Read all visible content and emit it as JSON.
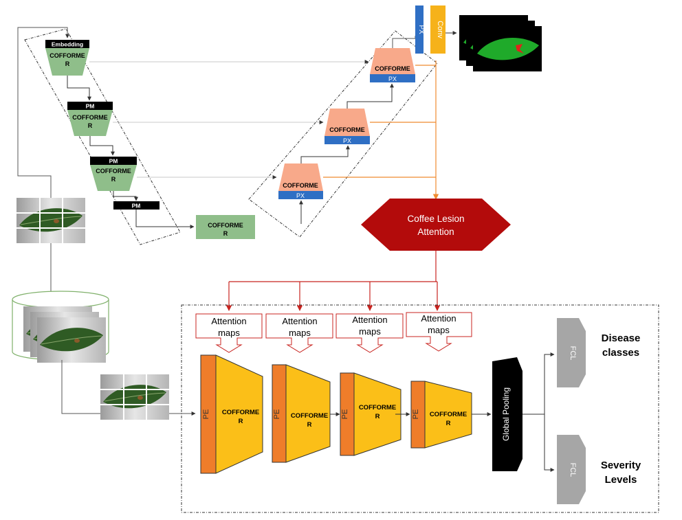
{
  "encoder": {
    "embedding_label": "Embedding",
    "block1_line1": "COFFORME",
    "block1_line2": "R",
    "pm2_label": "PM",
    "block2_line1": "COFFORME",
    "block2_line2": "R",
    "pm3_label": "PM",
    "block3_line1": "COFFORME",
    "block3_line2": "R",
    "pm4_label": "PM",
    "bottleneck_line1": "COFFORME",
    "bottleneck_line2": "R"
  },
  "decoder": {
    "block1_line1": "COFFORME",
    "block1_px": "PX",
    "block2_line1": "COFFORME",
    "block2_px": "PX",
    "block3_line1": "COFFORME",
    "block3_px": "PX",
    "head_px_label": "PX",
    "head_conv_label": "Conv"
  },
  "attention": {
    "line1": "Coffee Lesion",
    "line2": "Attention",
    "maps_line1": "Attention",
    "maps_line2": "maps"
  },
  "classifier": {
    "pe_label": "PE",
    "stage_line1": "COFFORME",
    "stage_line2": "R",
    "global_pooling_label": "Global Pooling",
    "fcl_label": "FCL",
    "disease_line1": "Disease",
    "disease_line2": "classes",
    "severity_line1": "Severity",
    "severity_line2": "Levels"
  },
  "colors": {
    "encoder_green": "#8fbe8a",
    "decoder_salmon": "#f8a98a",
    "px_blue": "#2f6fc4",
    "conv_yellow": "#f6b21a",
    "attention_red": "#b30b0b",
    "stage_yellow": "#fbbf18",
    "pe_orange": "#ef7d2a",
    "fcl_gray": "#a6a6a6",
    "flow_orange": "#ef8a2f",
    "flow_red": "#c8231f"
  }
}
